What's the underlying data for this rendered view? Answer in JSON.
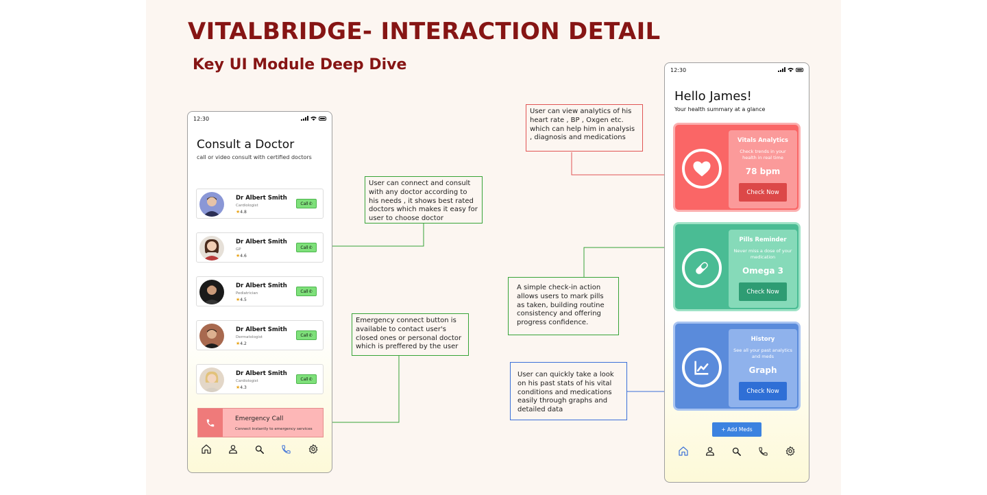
{
  "header": {
    "title": "VITALBRIDGE- INTERACTION DETAIL",
    "subtitle": "Key UI Module Deep Dive"
  },
  "colors": {
    "title": "#861514",
    "green_note": "#36a336",
    "red_note": "#e05353",
    "blue_note": "#3a6fd8"
  },
  "consult_screen": {
    "status_time": "12:30",
    "title": "Consult a Doctor",
    "subtitle": "call or video consult with certified doctors",
    "doctors": [
      {
        "name": "Dr Albert Smith",
        "specialty": "Cardiologist",
        "rating": "4.8",
        "call_label": "Call"
      },
      {
        "name": "Dr Albert Smith",
        "specialty": "GP",
        "rating": "4.6",
        "call_label": "Call"
      },
      {
        "name": "Dr Albert Smith",
        "specialty": "Pediatrician",
        "rating": "4.5",
        "call_label": "Call"
      },
      {
        "name": "Dr Albert Smith",
        "specialty": "Dermatologist",
        "rating": "4.2",
        "call_label": "Call"
      },
      {
        "name": "Dr Albert Smith",
        "specialty": "Cardiologist",
        "rating": "4.3",
        "call_label": "Call"
      }
    ],
    "emergency": {
      "title": "Emergency Call",
      "subtitle": "Connect instantly to emergency services"
    },
    "nav_icons": [
      "home-icon",
      "profile-icon",
      "search-icon",
      "phone-icon",
      "settings-icon"
    ]
  },
  "home_screen": {
    "status_time": "12:30",
    "greeting": "Hello James!",
    "greeting_sub": "Your health summary at a glance",
    "cards": [
      {
        "title": "Vitals Analytics",
        "desc": "Check trends in your health in real time",
        "value": "78 bpm",
        "button": "Check Now",
        "icon": "heart-icon"
      },
      {
        "title": "Pills Reminder",
        "desc": "Never miss a dose of your medication",
        "value": "Omega 3",
        "button": "Check Now",
        "icon": "pill-icon"
      },
      {
        "title": "History",
        "desc": "See all your past analytics and meds",
        "value": "Graph",
        "button": "Check Now",
        "icon": "graph-icon"
      }
    ],
    "add_meds": "+ Add Meds",
    "nav_icons": [
      "home-icon",
      "profile-icon",
      "search-icon",
      "phone-icon",
      "settings-icon"
    ]
  },
  "annotations": {
    "connect_doctor": "User can connect and consult with any doctor according to his needs , it shows best rated doctors which makes it easy for user to choose doctor",
    "emergency": "Emergency connect button is available to contact user's closed ones or personal doctor which is preffered by the user",
    "analytics": "User can view analytics of his heart rate , BP , Oxgen etc. which can help him in analysis , diagnosis and medications",
    "check_in": "A simple check-in action allows users to mark pills as taken, building routine consistency and offering progress confidence.",
    "history": "User can quickly take a look on his past stats of his vital conditions and medications easily through graphs and detailed data"
  }
}
